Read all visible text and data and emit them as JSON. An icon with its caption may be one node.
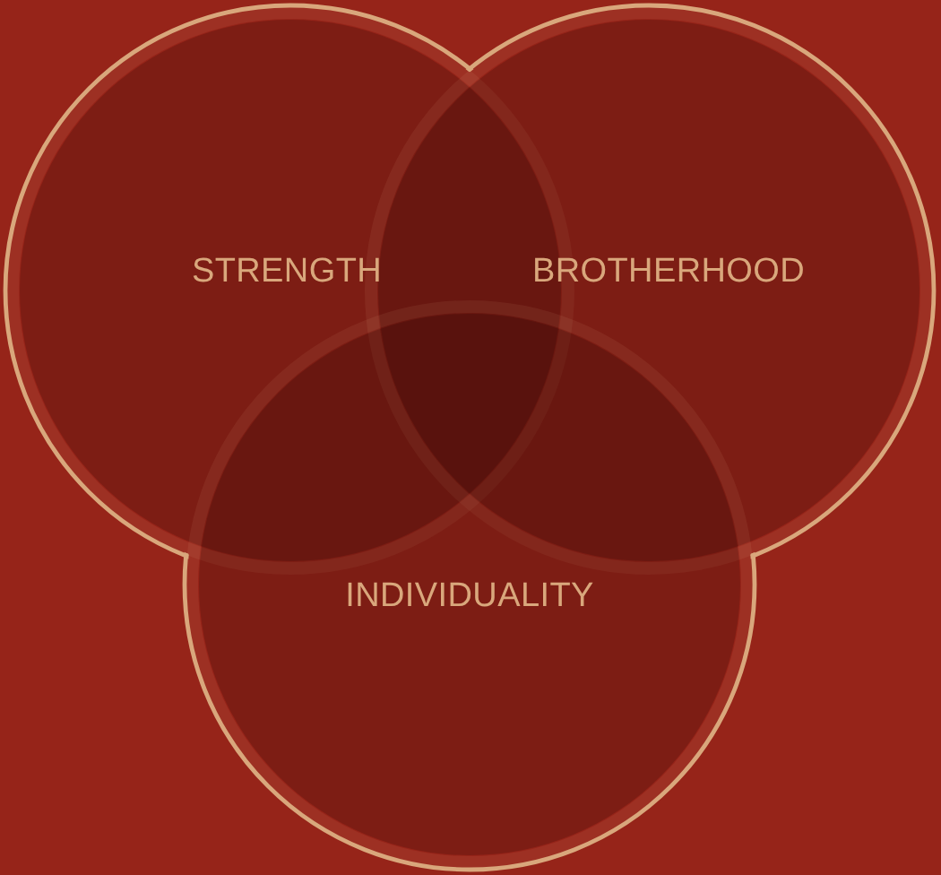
{
  "diagram": {
    "nodes": [
      {
        "text": [
          "STRENGTH"
        ]
      },
      {
        "text": [
          "BROTHERHOOD"
        ]
      },
      {
        "text": [
          "INDIVIDUALITY"
        ]
      }
    ]
  }
}
